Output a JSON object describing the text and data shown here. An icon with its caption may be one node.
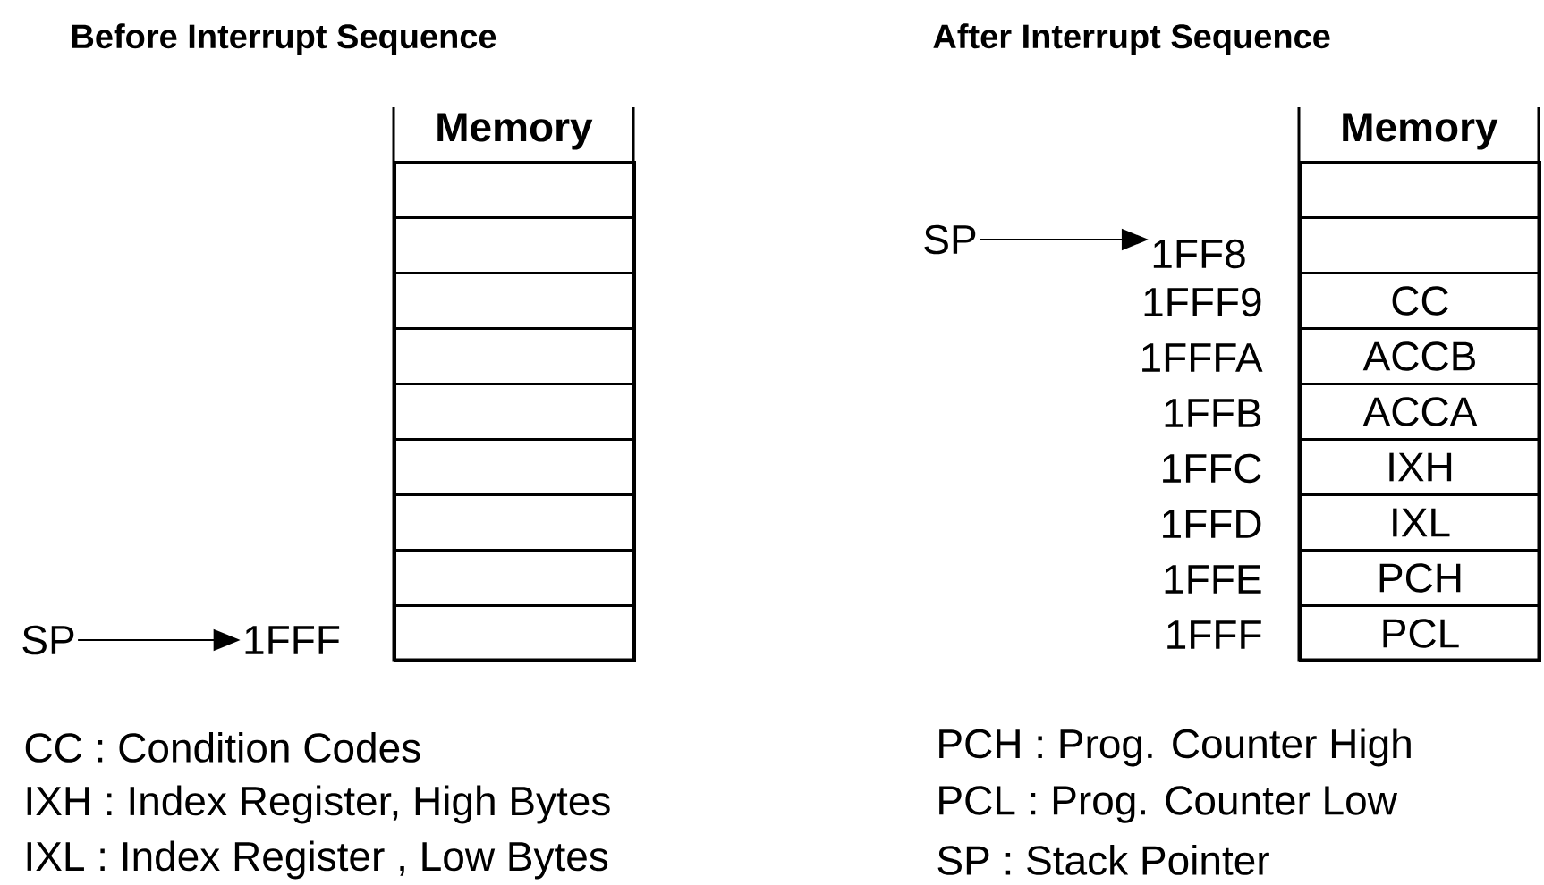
{
  "diagram": {
    "nodes": [
      {
        "text": [
          "Memory"
        ]
      },
      {
        "text": [],
        "shape": "box",
        "in": 0
      },
      {
        "text": [],
        "shape": "box",
        "in": 0
      },
      {
        "text": [],
        "shape": "box",
        "in": 0
      },
      {
        "text": [],
        "shape": "box",
        "in": 0
      },
      {
        "text": [],
        "shape": "box",
        "in": 0
      },
      {
        "text": [],
        "shape": "box",
        "in": 0
      },
      {
        "text": [],
        "shape": "box",
        "in": 0
      },
      {
        "text": [],
        "shape": "box",
        "in": 0
      },
      {
        "text": [],
        "shape": "box",
        "in": 0
      },
      {
        "text": [
          "SP"
        ]
      },
      {
        "text": [
          "1FFF"
        ]
      },
      {
        "text": [
          "Memory"
        ]
      },
      {
        "text": [],
        "shape": "box",
        "in": 12
      },
      {
        "text": [],
        "shape": "box",
        "in": 12
      },
      {
        "text": [
          "CC"
        ],
        "in": 12
      },
      {
        "text": [
          "ACCB"
        ],
        "in": 12
      },
      {
        "text": [
          "ACCA"
        ],
        "in": 12
      },
      {
        "text": [
          "IXH"
        ],
        "in": 12
      },
      {
        "text": [
          "IXL"
        ],
        "in": 12
      },
      {
        "text": [
          "PCH"
        ],
        "in": 12
      },
      {
        "text": [
          "PCL"
        ],
        "in": 12
      },
      {
        "text": [
          "SP"
        ]
      },
      {
        "text": [
          "1FF8"
        ]
      }
    ],
    "edges": [
      {
        "from": 10,
        "to": 11,
        "arrow": "to"
      },
      {
        "from": 22,
        "to": 23,
        "arrow": "to"
      }
    ],
    "labels": [
      "Before Interrupt Sequence",
      "After Interrupt Sequence",
      "1FFF9",
      "1FFFA",
      "1FFB",
      "1FFC",
      "1FFD",
      "1FFE",
      "1FFF",
      "CC : Condition Codes",
      "PCH : Prog. Counter High",
      "IXH : Index Register, High Bytes",
      "PCL : Prog. Counter Low",
      "IXL : Index Register , Low Bytes",
      "SP : Stack Pointer"
    ]
  }
}
